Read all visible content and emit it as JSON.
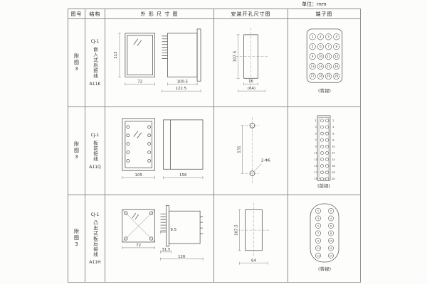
{
  "unit_label": "单位：mm",
  "headers": {
    "fig": "图号",
    "structure": "结构",
    "outline": "外 形 尺 寸 图",
    "mounting": "安装开孔尺寸图",
    "terminal": "端子图"
  },
  "rows": [
    {
      "fig_no": "附图3",
      "model": "CJ-1",
      "structure_type": "嵌入式后接线",
      "code": "A11K",
      "outline": {
        "height": "113",
        "width": "72",
        "body_len": "100.5",
        "total_len": "122.5"
      },
      "mounting": {
        "height": "107.5",
        "width": "16",
        "overall": "(64)"
      },
      "terminal": {
        "view": "(背视)",
        "numbers": [
          1,
          2,
          3,
          4,
          5,
          6,
          7,
          8,
          9,
          10,
          11,
          12,
          13,
          14,
          15,
          16,
          17,
          18,
          19,
          20
        ]
      }
    },
    {
      "fig_no": "附图3",
      "model": "CJ-1",
      "structure_type": "板前接线",
      "code": "A11Q",
      "outline": {
        "width": "105",
        "total_len": "156"
      },
      "mounting": {
        "holes": "2-Φ6",
        "height": "131"
      },
      "terminal": {
        "view": "(前视)",
        "numbers": [
          1,
          2,
          3,
          4,
          5,
          6,
          7,
          8,
          9,
          10,
          11,
          12,
          13,
          14,
          15,
          16,
          17,
          18,
          19,
          20
        ]
      }
    },
    {
      "fig_no": "附图3",
      "model": "CJ-1",
      "structure_type": "凸出式板后接线",
      "code": "A11H",
      "outline": {
        "width": "72",
        "pin_len": "9.5",
        "front_len": "31.5",
        "total_len": "126"
      },
      "mounting": {
        "height": "107.5",
        "width": "64"
      },
      "terminal": {
        "view": "(背视)",
        "numbers": [
          1,
          2,
          3,
          4,
          5,
          6,
          7,
          8,
          9,
          10,
          11,
          12,
          13,
          14
        ]
      }
    }
  ]
}
